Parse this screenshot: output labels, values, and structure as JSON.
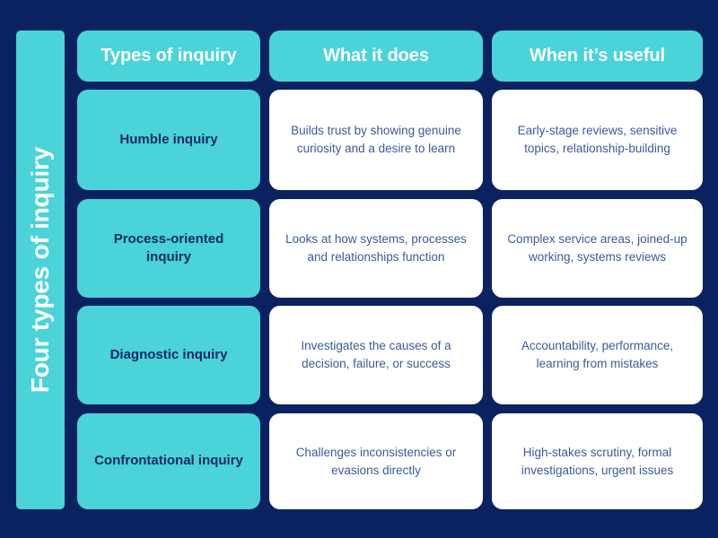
{
  "title": "Four types of inquiry",
  "colors": {
    "background": "#0a2260",
    "accent_teal": "#4ad3d8",
    "card_white": "#ffffff",
    "heading_navy": "#122a63",
    "body_slate_blue": "#3c5a9a",
    "header_text": "#ffffff"
  },
  "headers": {
    "col1": "Types of inquiry",
    "col2": "What it does",
    "col3": "When it’s useful"
  },
  "rows": [
    {
      "type": "Humble inquiry",
      "what_it_does": "Builds trust by showing genuine curiosity and a desire to learn",
      "when_useful": "Early-stage reviews, sensitive topics, relationship-building"
    },
    {
      "type": "Process-oriented inquiry",
      "what_it_does": "Looks at how systems, processes and relationships function",
      "when_useful": "Complex service areas, joined-up working, systems reviews"
    },
    {
      "type": "Diagnostic inquiry",
      "what_it_does": "Investigates the causes of a decision, failure, or success",
      "when_useful": "Accountability, performance, learning from mistakes"
    },
    {
      "type": "Confrontational inquiry",
      "what_it_does": "Challenges inconsistencies or evasions directly",
      "when_useful": "High-stakes scrutiny, formal investigations, urgent issues"
    }
  ]
}
